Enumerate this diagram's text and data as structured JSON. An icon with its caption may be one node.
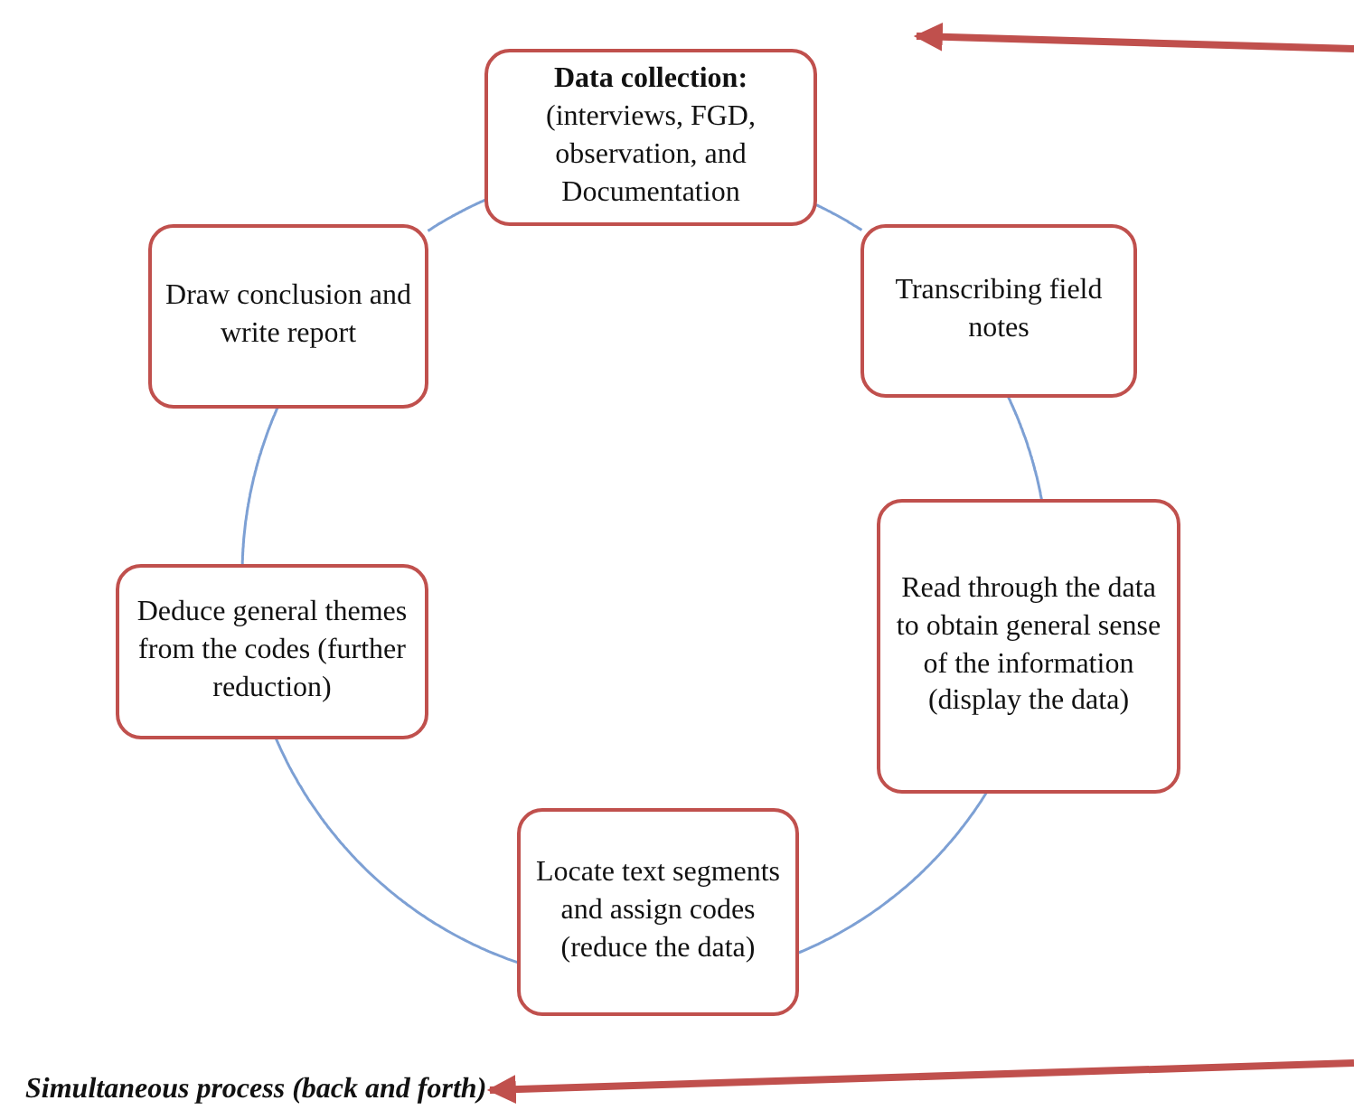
{
  "diagram": {
    "nodes": [
      {
        "text": [
          "Data collection:",
          "(interviews, FGD, observation, and Documentation"
        ]
      },
      {
        "text": [
          "Transcribing field notes"
        ]
      },
      {
        "text": [
          "Read through the data to obtain general sense of the information (display the data)"
        ]
      },
      {
        "text": [
          "Locate text segments and assign codes (reduce the data)"
        ]
      },
      {
        "text": [
          "Deduce general themes from the codes (further reduction)"
        ]
      },
      {
        "text": [
          "Draw conclusion and write report"
        ]
      },
      {
        "text": [
          "Simultaneous process (back and forth)"
        ]
      }
    ],
    "edges": [
      {
        "from": 0,
        "to": 1,
        "arrow": "none"
      },
      {
        "from": 1,
        "to": 2,
        "arrow": "none"
      },
      {
        "from": 2,
        "to": 3,
        "arrow": "none"
      },
      {
        "from": 3,
        "to": 4,
        "arrow": "none"
      },
      {
        "from": 4,
        "to": 5,
        "arrow": "none"
      },
      {
        "from": 5,
        "to": 0,
        "arrow": "none"
      },
      {
        "from": null,
        "to": 6,
        "arrow": "to",
        "style": "thick",
        "color": "#c0504d"
      }
    ]
  }
}
